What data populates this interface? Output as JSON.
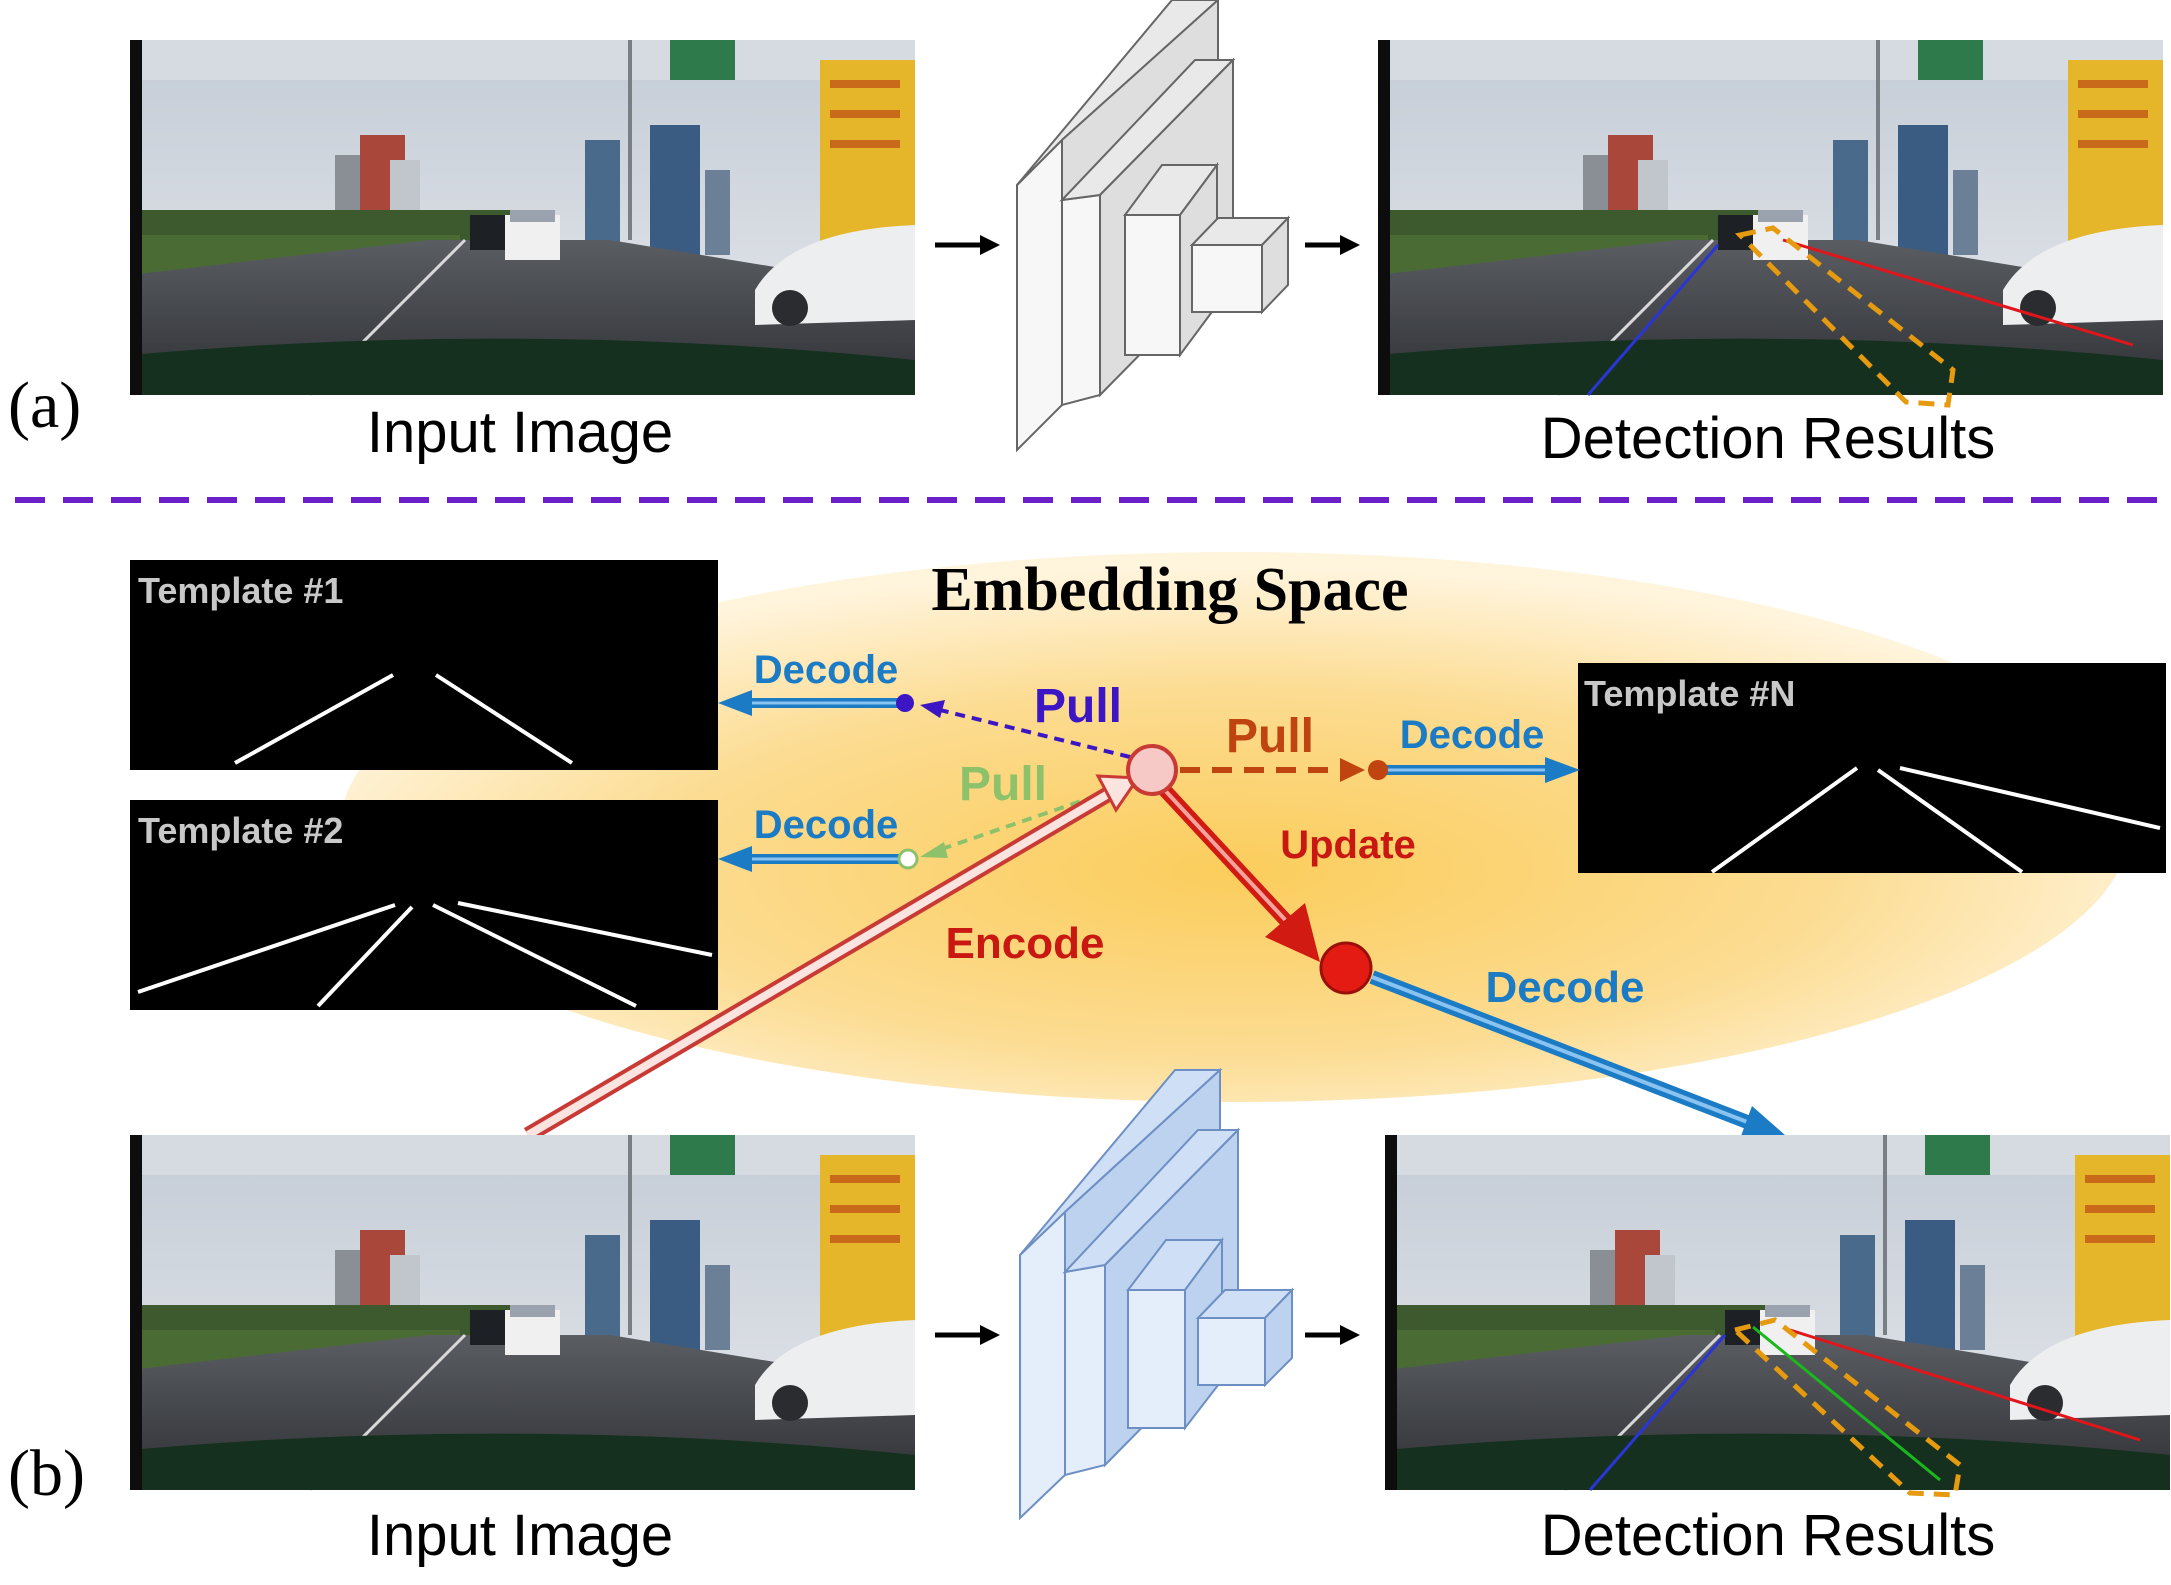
{
  "panel_a": {
    "marker": "(a)",
    "input_caption": "Input Image",
    "output_caption": "Detection Results"
  },
  "panel_b": {
    "marker": "(b)",
    "input_caption": "Input Image",
    "output_caption": "Detection Results"
  },
  "embedding": {
    "title": "Embedding Space",
    "templates": [
      {
        "label": "Template #1"
      },
      {
        "label": "Template #2"
      },
      {
        "label": "Template #N"
      }
    ],
    "labels": {
      "pull_1": "Pull",
      "pull_2": "Pull",
      "pull_n": "Pull",
      "decode_1": "Decode",
      "decode_2": "Decode",
      "decode_n": "Decode",
      "decode_out": "Decode",
      "update": "Update",
      "encode": "Encode"
    }
  },
  "colors": {
    "pull_1": "#3c16c4",
    "pull_2": "#8dc26a",
    "pull_n": "#c0440f",
    "decode": "#1b7bc4",
    "update": "#d01a12",
    "encode": "#c91812",
    "ellipse": "#fbd277",
    "separator": "#6a1fc8",
    "cnn_gray": "#f2f2f2",
    "cnn_blue": "#d7e5f7"
  }
}
